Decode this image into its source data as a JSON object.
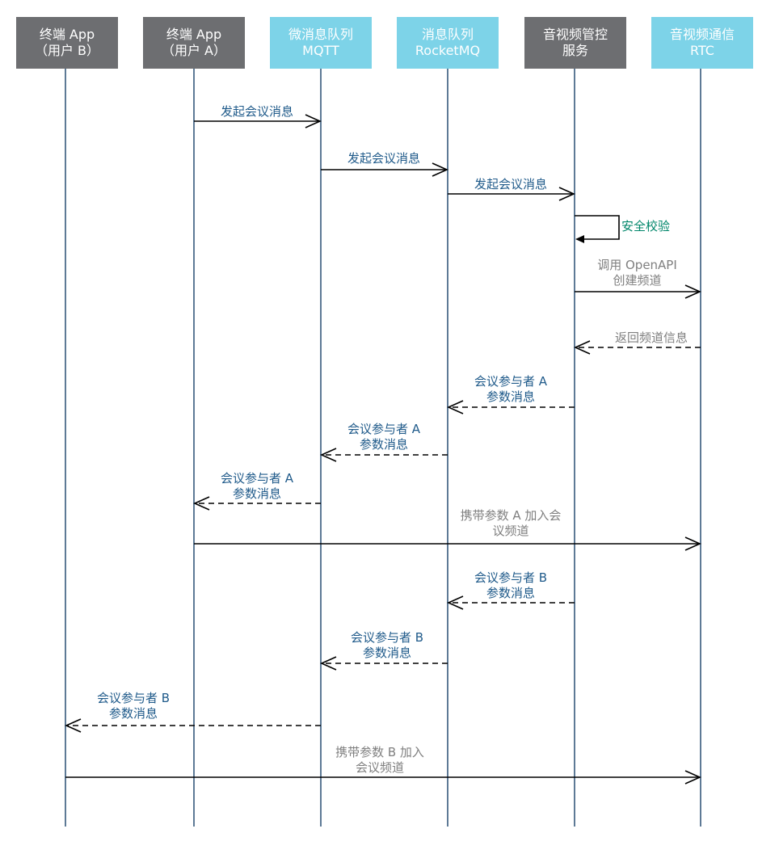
{
  "colors": {
    "dark_header": "#6d6e71",
    "light_header": "#7dd3e8",
    "lifeline": "#5e7a96",
    "arrow": "#000000",
    "label_blue": "#1f5a8a",
    "label_gray": "#7f7f7f",
    "label_green": "#00866a"
  },
  "participants": [
    {
      "id": "app-b",
      "line1": "终端 App",
      "line2": "（用户 B）",
      "style": "dark"
    },
    {
      "id": "app-a",
      "line1": "终端 App",
      "line2": "（用户 A）",
      "style": "dark"
    },
    {
      "id": "mqtt",
      "line1": "微消息队列",
      "line2": "MQTT",
      "style": "light"
    },
    {
      "id": "rocketmq",
      "line1": "消息队列",
      "line2": "RocketMQ",
      "style": "light"
    },
    {
      "id": "control",
      "line1": "音视频管控",
      "line2": "服务",
      "style": "dark"
    },
    {
      "id": "rtc",
      "line1": "音视频通信",
      "line2": "RTC",
      "style": "light"
    }
  ],
  "messages": [
    {
      "from": "app-a",
      "to": "mqtt",
      "kind": "solid",
      "color": "blue",
      "lines": [
        "发起会议消息"
      ]
    },
    {
      "from": "mqtt",
      "to": "rocketmq",
      "kind": "solid",
      "color": "blue",
      "lines": [
        "发起会议消息"
      ]
    },
    {
      "from": "rocketmq",
      "to": "control",
      "kind": "solid",
      "color": "blue",
      "lines": [
        "发起会议消息"
      ]
    },
    {
      "from": "control",
      "to": "control",
      "kind": "self",
      "color": "green",
      "lines": [
        "安全校验"
      ]
    },
    {
      "from": "control",
      "to": "rtc",
      "kind": "solid",
      "color": "gray",
      "lines": [
        "调用 OpenAPI",
        "创建频道"
      ]
    },
    {
      "from": "rtc",
      "to": "control",
      "kind": "dashed",
      "color": "gray",
      "lines": [
        "返回频道信息"
      ]
    },
    {
      "from": "control",
      "to": "rocketmq",
      "kind": "dashed",
      "color": "blue",
      "lines": [
        "会议参与者 A",
        "参数消息"
      ]
    },
    {
      "from": "rocketmq",
      "to": "mqtt",
      "kind": "dashed",
      "color": "blue",
      "lines": [
        "会议参与者 A",
        "参数消息"
      ]
    },
    {
      "from": "mqtt",
      "to": "app-a",
      "kind": "dashed",
      "color": "blue",
      "lines": [
        "会议参与者 A",
        "参数消息"
      ]
    },
    {
      "from": "app-a",
      "to": "rtc",
      "kind": "solid",
      "color": "gray",
      "lines": [
        "携带参数 A 加入会",
        "议频道"
      ]
    },
    {
      "from": "control",
      "to": "rocketmq",
      "kind": "dashed",
      "color": "blue",
      "lines": [
        "会议参与者 B",
        "参数消息"
      ]
    },
    {
      "from": "rocketmq",
      "to": "mqtt",
      "kind": "dashed",
      "color": "blue",
      "lines": [
        "会议参与者 B",
        "参数消息"
      ]
    },
    {
      "from": "mqtt",
      "to": "app-b",
      "kind": "dashed",
      "color": "blue",
      "lines": [
        "会议参与者 B",
        "参数消息"
      ]
    },
    {
      "from": "app-b",
      "to": "rtc",
      "kind": "solid",
      "color": "gray",
      "lines": [
        "携带参数 B 加入",
        "会议频道"
      ]
    }
  ]
}
